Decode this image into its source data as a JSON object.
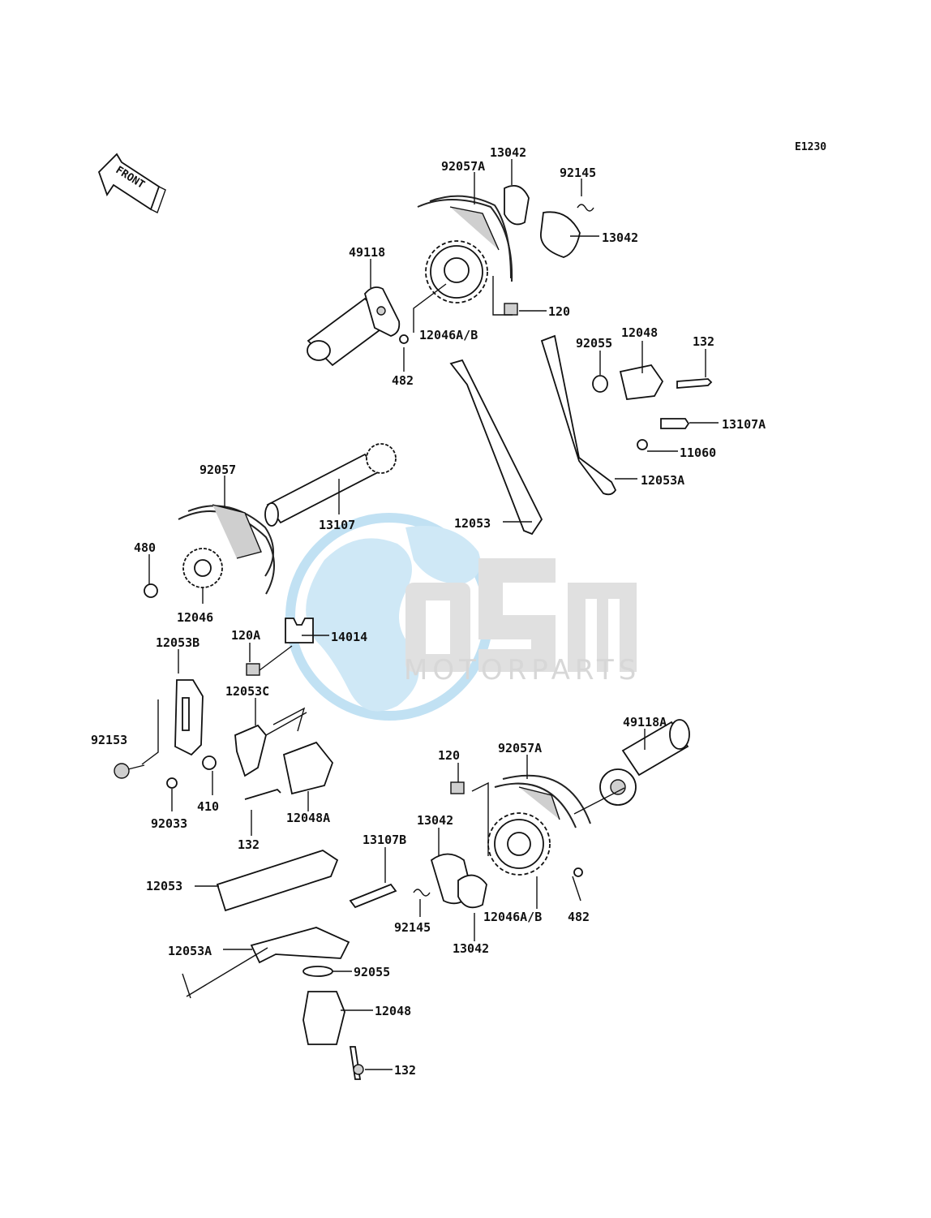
{
  "diagram_code": "E1230",
  "front_marker": "FRONT",
  "watermark": {
    "logo": "OSM",
    "subtitle": "MOTORPARTS"
  },
  "labels": [
    "92057A",
    "13042",
    "92145",
    "13042",
    "49118",
    "120",
    "12046A/B",
    "482",
    "12048",
    "92055",
    "132",
    "13107A",
    "11060",
    "12053A",
    "92057",
    "13107",
    "12053",
    "480",
    "12046",
    "120A",
    "14014",
    "12053B",
    "12053C",
    "92153",
    "410",
    "92033",
    "132",
    "12048A",
    "49118A",
    "120",
    "92057A",
    "13042",
    "13107B",
    "12053",
    "92145",
    "13042",
    "12046A/B",
    "482",
    "12053A",
    "92055",
    "12048",
    "132"
  ]
}
